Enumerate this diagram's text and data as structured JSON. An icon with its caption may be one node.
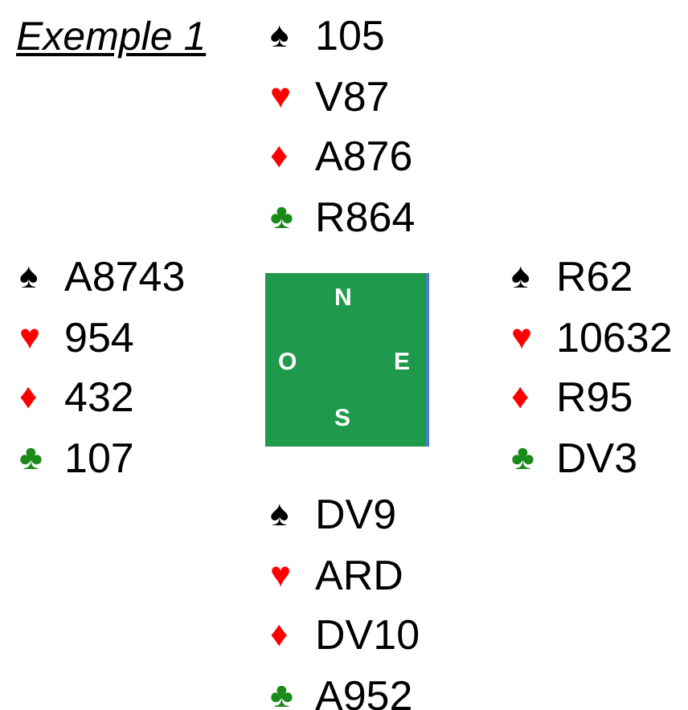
{
  "diagram": {
    "title": "Exemple 1",
    "nodes": [
      {
        "text": [
          "N",
          "O",
          "E",
          "S"
        ]
      }
    ],
    "labels": [
      "♠",
      "105",
      "♥",
      "V87",
      "♦",
      "A876",
      "♣",
      "R864",
      "♠",
      "A8743",
      "♥",
      "954",
      "♦",
      "432",
      "♣",
      "107",
      "♠",
      "R62",
      "♥",
      "10632",
      "♦",
      "R95",
      "♣",
      "DV3",
      "♠",
      "DV9",
      "♥",
      "ARD",
      "♦",
      "DV10",
      "♣",
      "A952"
    ]
  }
}
